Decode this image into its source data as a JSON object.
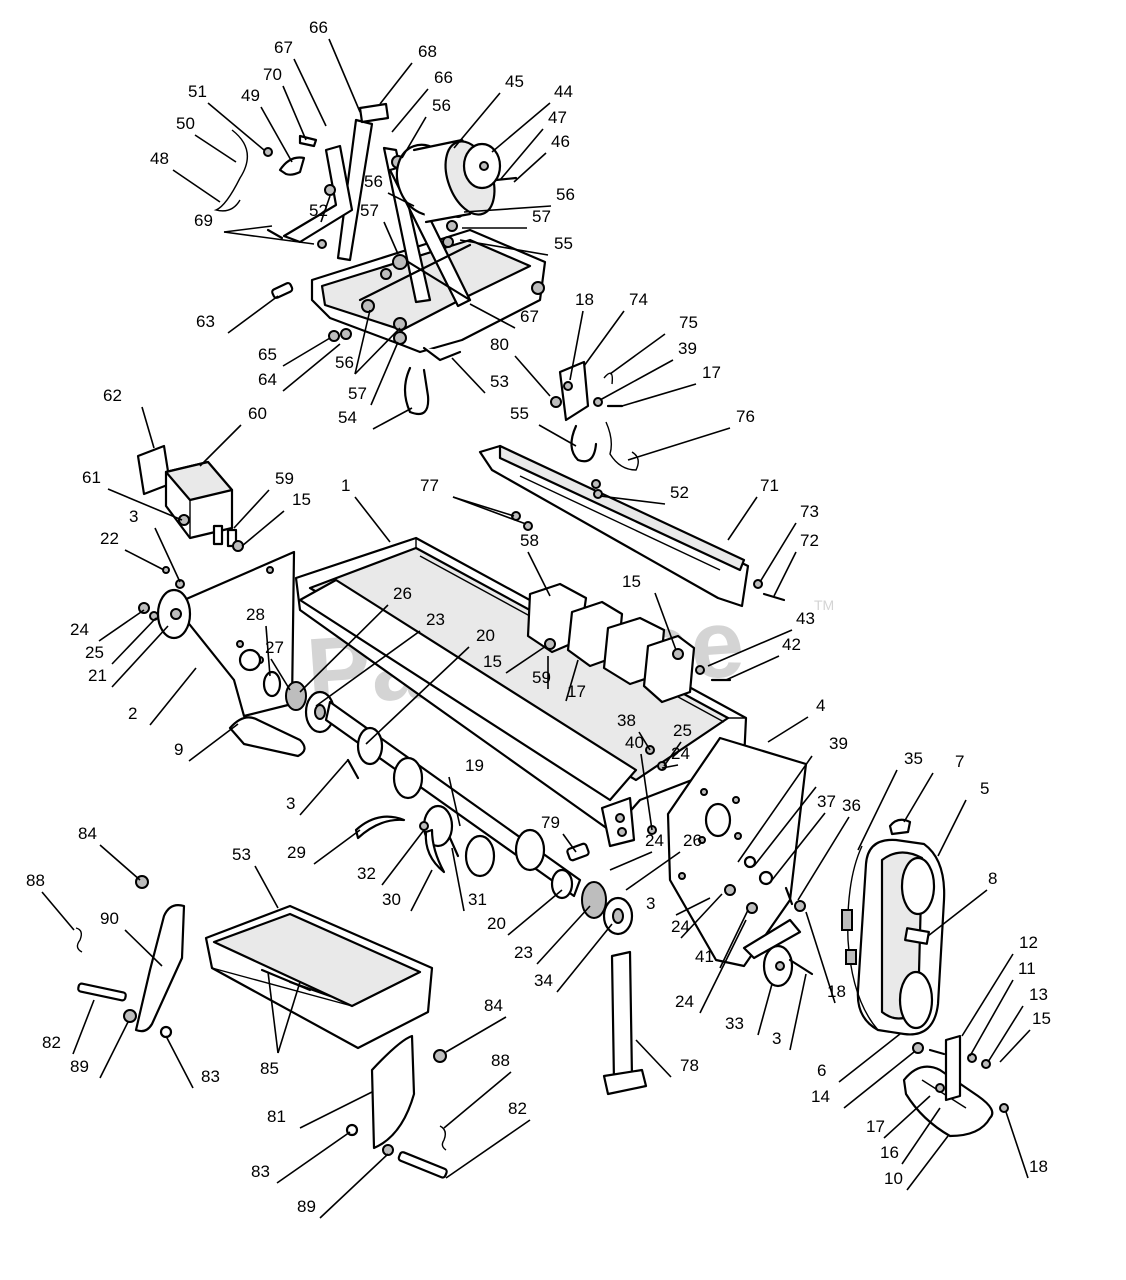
{
  "watermark": {
    "text": "PartsTree",
    "tm": "TM"
  },
  "callouts": [
    {
      "n": "66"
    },
    {
      "n": "67"
    },
    {
      "n": "68"
    },
    {
      "n": "66"
    },
    {
      "n": "45"
    },
    {
      "n": "44"
    },
    {
      "n": "70"
    },
    {
      "n": "51"
    },
    {
      "n": "49"
    },
    {
      "n": "56"
    },
    {
      "n": "47"
    },
    {
      "n": "50"
    },
    {
      "n": "46"
    },
    {
      "n": "48"
    },
    {
      "n": "56"
    },
    {
      "n": "56"
    },
    {
      "n": "57"
    },
    {
      "n": "57"
    },
    {
      "n": "52"
    },
    {
      "n": "69"
    },
    {
      "n": "55"
    },
    {
      "n": "63"
    },
    {
      "n": "67"
    },
    {
      "n": "65"
    },
    {
      "n": "64"
    },
    {
      "n": "56"
    },
    {
      "n": "57"
    },
    {
      "n": "53"
    },
    {
      "n": "54"
    },
    {
      "n": "18"
    },
    {
      "n": "74"
    },
    {
      "n": "75"
    },
    {
      "n": "80"
    },
    {
      "n": "39"
    },
    {
      "n": "17"
    },
    {
      "n": "55"
    },
    {
      "n": "76"
    },
    {
      "n": "62"
    },
    {
      "n": "60"
    },
    {
      "n": "61"
    },
    {
      "n": "59"
    },
    {
      "n": "15"
    },
    {
      "n": "1"
    },
    {
      "n": "77"
    },
    {
      "n": "52"
    },
    {
      "n": "71"
    },
    {
      "n": "3"
    },
    {
      "n": "73"
    },
    {
      "n": "22"
    },
    {
      "n": "72"
    },
    {
      "n": "58"
    },
    {
      "n": "24"
    },
    {
      "n": "25"
    },
    {
      "n": "21"
    },
    {
      "n": "28"
    },
    {
      "n": "26"
    },
    {
      "n": "15"
    },
    {
      "n": "43"
    },
    {
      "n": "23"
    },
    {
      "n": "27"
    },
    {
      "n": "20"
    },
    {
      "n": "42"
    },
    {
      "n": "15"
    },
    {
      "n": "59"
    },
    {
      "n": "17"
    },
    {
      "n": "2"
    },
    {
      "n": "4"
    },
    {
      "n": "38"
    },
    {
      "n": "25"
    },
    {
      "n": "40"
    },
    {
      "n": "24"
    },
    {
      "n": "39"
    },
    {
      "n": "35"
    },
    {
      "n": "9"
    },
    {
      "n": "7"
    },
    {
      "n": "19"
    },
    {
      "n": "5"
    },
    {
      "n": "37"
    },
    {
      "n": "36"
    },
    {
      "n": "3"
    },
    {
      "n": "79"
    },
    {
      "n": "29"
    },
    {
      "n": "24"
    },
    {
      "n": "26"
    },
    {
      "n": "84"
    },
    {
      "n": "32"
    },
    {
      "n": "53"
    },
    {
      "n": "30"
    },
    {
      "n": "31"
    },
    {
      "n": "8"
    },
    {
      "n": "88"
    },
    {
      "n": "3"
    },
    {
      "n": "90"
    },
    {
      "n": "20"
    },
    {
      "n": "24"
    },
    {
      "n": "18"
    },
    {
      "n": "23"
    },
    {
      "n": "41"
    },
    {
      "n": "34"
    },
    {
      "n": "24"
    },
    {
      "n": "12"
    },
    {
      "n": "11"
    },
    {
      "n": "13"
    },
    {
      "n": "15"
    },
    {
      "n": "33"
    },
    {
      "n": "3"
    },
    {
      "n": "84"
    },
    {
      "n": "82"
    },
    {
      "n": "85"
    },
    {
      "n": "89"
    },
    {
      "n": "83"
    },
    {
      "n": "78"
    },
    {
      "n": "6"
    },
    {
      "n": "14"
    },
    {
      "n": "88"
    },
    {
      "n": "82"
    },
    {
      "n": "81"
    },
    {
      "n": "17"
    },
    {
      "n": "83"
    },
    {
      "n": "16"
    },
    {
      "n": "10"
    },
    {
      "n": "18"
    },
    {
      "n": "89"
    }
  ]
}
